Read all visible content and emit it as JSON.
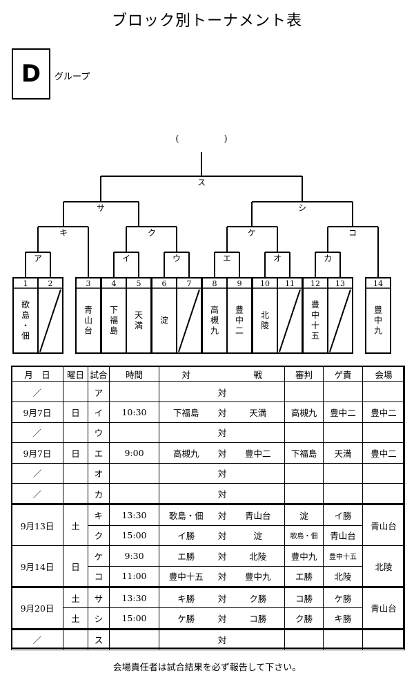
{
  "title": "ブロック別トーナメント表",
  "group_letter": "D",
  "group_label": "グループ",
  "final_paren": "(　　　　　)",
  "bracket": {
    "matches": {
      "a": "ア",
      "i": "イ",
      "u": "ウ",
      "e": "エ",
      "o": "オ",
      "ka": "カ",
      "ki": "キ",
      "ku": "ク",
      "ke": "ケ",
      "ko": "コ",
      "sa": "サ",
      "shi": "シ",
      "su": "ス"
    },
    "slots": [
      {
        "n": "1",
        "team": "歌島・佃"
      },
      {
        "n": "2",
        "team": ""
      },
      {
        "n": "3",
        "team": "青山台"
      },
      {
        "n": "4",
        "team": "下福島"
      },
      {
        "n": "5",
        "team": "天満"
      },
      {
        "n": "6",
        "team": "淀"
      },
      {
        "n": "7",
        "team": ""
      },
      {
        "n": "8",
        "team": "高槻九"
      },
      {
        "n": "9",
        "team": "豊中二"
      },
      {
        "n": "10",
        "team": "北陵"
      },
      {
        "n": "11",
        "team": ""
      },
      {
        "n": "12",
        "team": "豊中十五"
      },
      {
        "n": "13",
        "team": ""
      },
      {
        "n": "14",
        "team": "豊中九"
      }
    ]
  },
  "schedule": {
    "headers": {
      "date": "月　日",
      "day": "曜日",
      "match": "試合",
      "time": "時間",
      "vs_left": "対",
      "vs_right": "戦",
      "referee": "審判",
      "duty": "ゲ責",
      "venue": "会場"
    },
    "vs": "対",
    "rows": [
      {
        "date": "／",
        "day": "",
        "match": "ア",
        "time": "",
        "t1": "",
        "t2": "",
        "ref": "",
        "duty": "",
        "venue": ""
      },
      {
        "date": "9月7日",
        "day": "日",
        "match": "イ",
        "time": "10:30",
        "t1": "下福島",
        "t2": "天満",
        "ref": "高槻九",
        "duty": "豊中二",
        "venue": "豊中二"
      },
      {
        "date": "／",
        "day": "",
        "match": "ウ",
        "time": "",
        "t1": "",
        "t2": "",
        "ref": "",
        "duty": "",
        "venue": ""
      },
      {
        "date": "9月7日",
        "day": "日",
        "match": "エ",
        "time": "9:00",
        "t1": "高槻九",
        "t2": "豊中二",
        "ref": "下福島",
        "duty": "天満",
        "venue": "豊中二"
      },
      {
        "date": "／",
        "day": "",
        "match": "オ",
        "time": "",
        "t1": "",
        "t2": "",
        "ref": "",
        "duty": "",
        "venue": ""
      },
      {
        "date": "／",
        "day": "",
        "match": "カ",
        "time": "",
        "t1": "",
        "t2": "",
        "ref": "",
        "duty": "",
        "venue": ""
      },
      {
        "date": "9月13日",
        "day": "土",
        "match": "キ",
        "time": "13:30",
        "t1": "歌島・佃",
        "t2": "青山台",
        "ref": "淀",
        "duty": "イ勝",
        "venue": "青山台"
      },
      {
        "match": "ク",
        "time": "15:00",
        "t1": "イ勝",
        "t2": "淀",
        "ref": "歌島・佃",
        "duty": "青山台"
      },
      {
        "date": "9月14日",
        "day": "日",
        "match": "ケ",
        "time": "9:30",
        "t1": "エ勝",
        "t2": "北陵",
        "ref": "豊中九",
        "duty": "豊中十五",
        "venue": "北陵"
      },
      {
        "match": "コ",
        "time": "11:00",
        "t1": "豊中十五",
        "t2": "豊中九",
        "ref": "エ勝",
        "duty": "北陵"
      },
      {
        "date": "9月20日",
        "day": "土",
        "match": "サ",
        "time": "13:30",
        "t1": "キ勝",
        "t2": "ク勝",
        "ref": "コ勝",
        "duty": "ケ勝",
        "venue": "青山台"
      },
      {
        "day": "土",
        "match": "シ",
        "time": "15:00",
        "t1": "ケ勝",
        "t2": "コ勝",
        "ref": "ク勝",
        "duty": "キ勝"
      },
      {
        "date": "／",
        "day": "",
        "match": "ス",
        "time": "",
        "t1": "",
        "t2": "",
        "ref": "",
        "duty": "",
        "venue": ""
      }
    ]
  },
  "footer": "会場責任者は試合結果を必ず報告して下さい。"
}
